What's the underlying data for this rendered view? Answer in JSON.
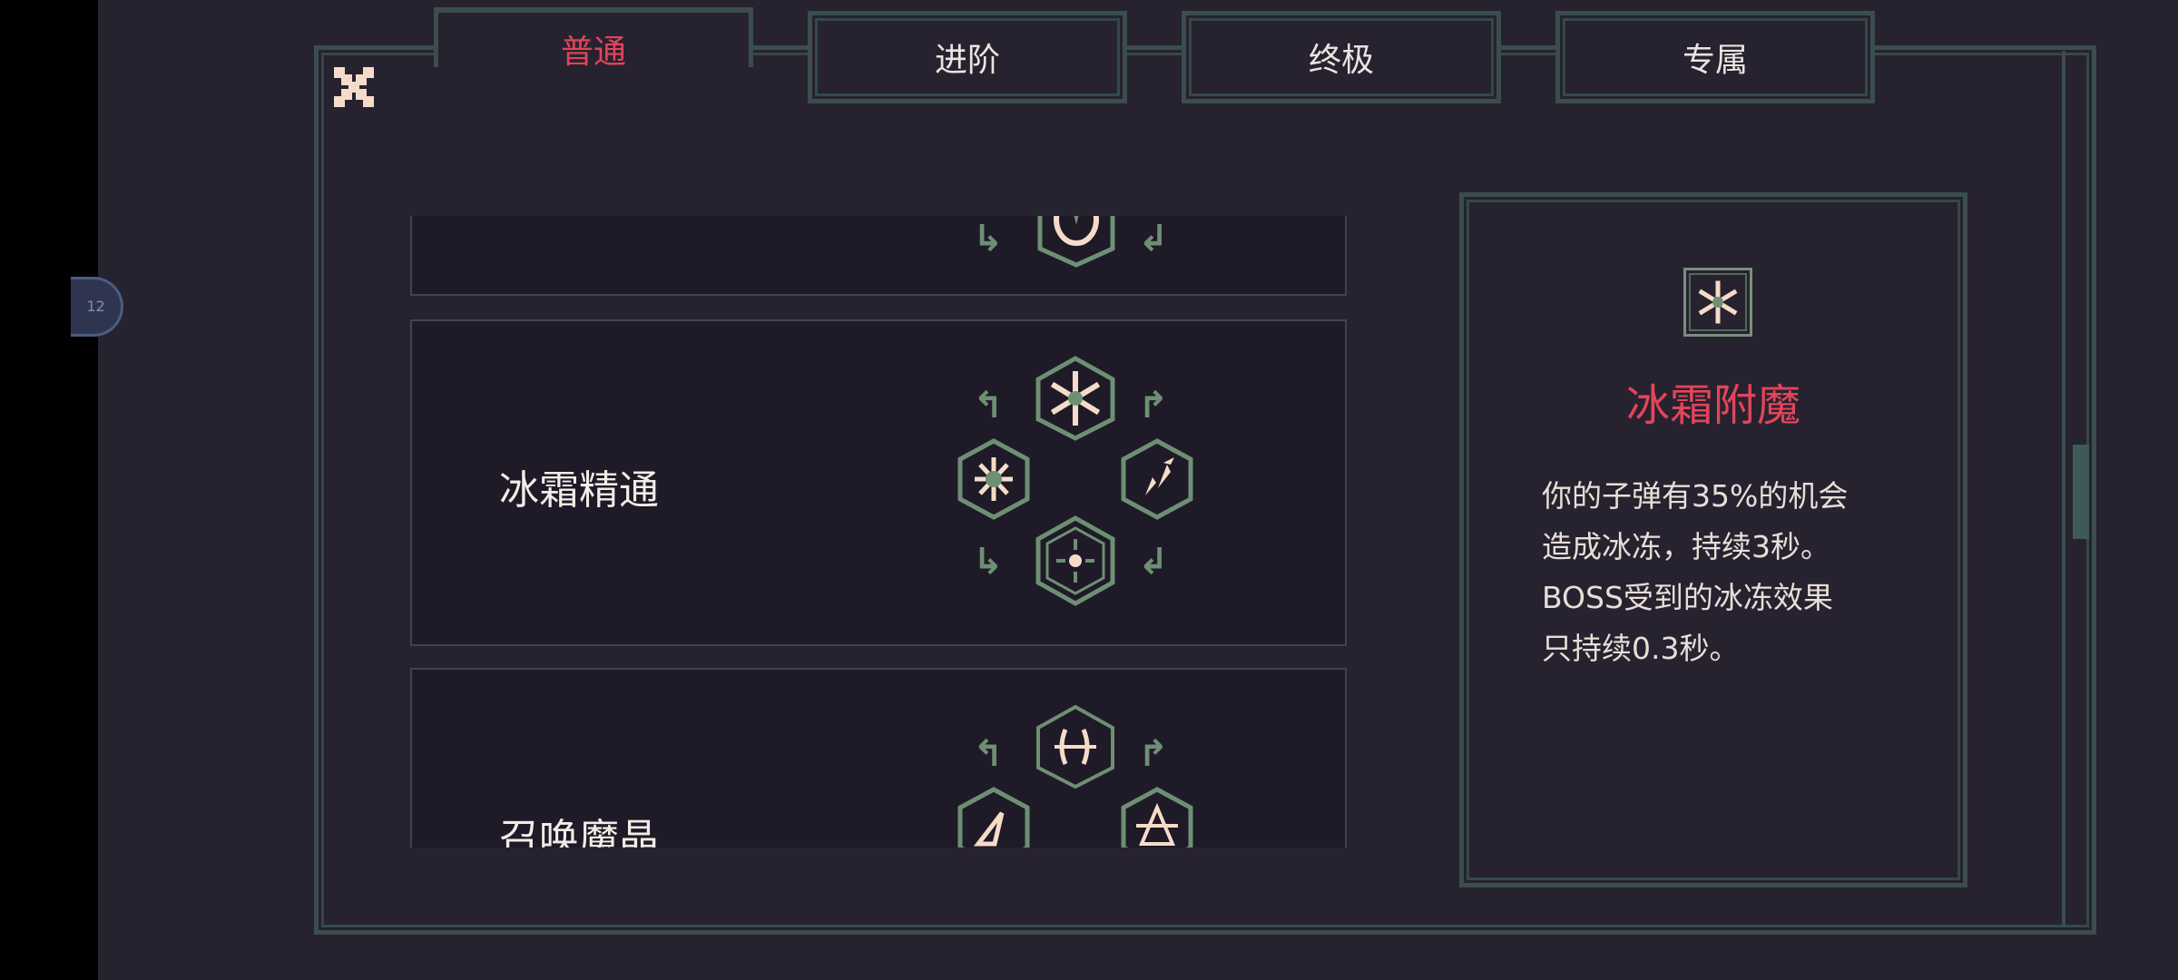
{
  "overlay": {
    "float_ball_text": "12"
  },
  "tabs": [
    {
      "label": "普通",
      "active": true
    },
    {
      "label": "进阶",
      "active": false
    },
    {
      "label": "终极",
      "active": false
    },
    {
      "label": "专属",
      "active": false
    }
  ],
  "skills": [
    {
      "name": "",
      "icon": "hooded-figure-icon"
    },
    {
      "name": "冰霜精通",
      "icon": "snowflake-icon"
    },
    {
      "name": "召唤魔晶",
      "icon": "summon-crystal-icon"
    }
  ],
  "detail": {
    "title": "冰霜附魔",
    "icon": "snowflake-icon",
    "description": "你的子弹有35%的机会\n造成冰冻，持续3秒。\nBOSS受到的冰冻效果\n只持续0.3秒。"
  },
  "colors": {
    "accent_red": "#e2455a",
    "frame_teal": "#3b4d4e",
    "icon_green": "#6e8f74",
    "icon_cream": "#f6dcc8"
  }
}
